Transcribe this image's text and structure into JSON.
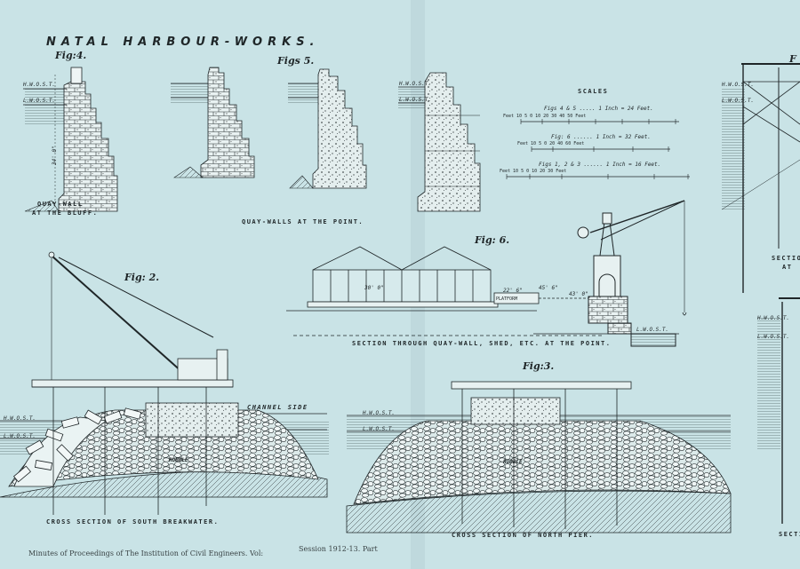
{
  "title": "NATAL HARBOUR-WORKS.",
  "figures": {
    "fig4": "Fig:4.",
    "fig5": "Figs 5.",
    "fig6": "Fig: 6.",
    "fig2": "Fig: 2.",
    "fig3": "Fig:3."
  },
  "captions": {
    "quay_bluff_1": "QUAY-WALL",
    "quay_bluff_2": "AT THE BLUFF.",
    "quay_point": "QUAY-WALLS AT THE POINT.",
    "section_shed": "SECTION THROUGH QUAY-WALL, SHED, ETC. AT THE POINT.",
    "south_breakwater": "CROSS SECTION OF SOUTH BREAKWATER.",
    "north_pier": "CROSS SECTION OF NORTH PIER.",
    "channel_side": "CHANNEL SIDE",
    "right_section_1": "SECTION",
    "right_section_2": "AT",
    "right_section_3": "SECTION",
    "fig_right_top": "F"
  },
  "water_labels": {
    "hwost": "H.W.O.S.T.",
    "lwost": "L.W.O.S.T."
  },
  "rubble_label": "RUBBLE",
  "platform_label": "PLATFORM",
  "dimensions": {
    "d1": "30' 0\"",
    "d2": "22' 6\"",
    "d3": "45' 6\"",
    "d4": "43' 0\"",
    "d5": "34' 0\""
  },
  "scales": {
    "heading": "SCALES",
    "s1_label": "Figs 4 & 5 ..... 1 Inch = 24 Feet.",
    "s1_ticks": "Feet 10   5   0          10          20          30          40          50 Feet",
    "s2_label": "Fig: 6 ...... 1 Inch = 32 Feet.",
    "s2_ticks": "Feet 10   5   0          20          40          60 Feet",
    "s3_label": "Figs 1, 2 & 3 ...... 1 Inch = 16 Feet.",
    "s3_ticks": "Feet 10   5   0          10          20          30 Feet"
  },
  "footer": {
    "left": "Minutes of Proceedings of The Institution of Civil Engineers. Vol:",
    "right": "Session 1912-13. Part"
  }
}
